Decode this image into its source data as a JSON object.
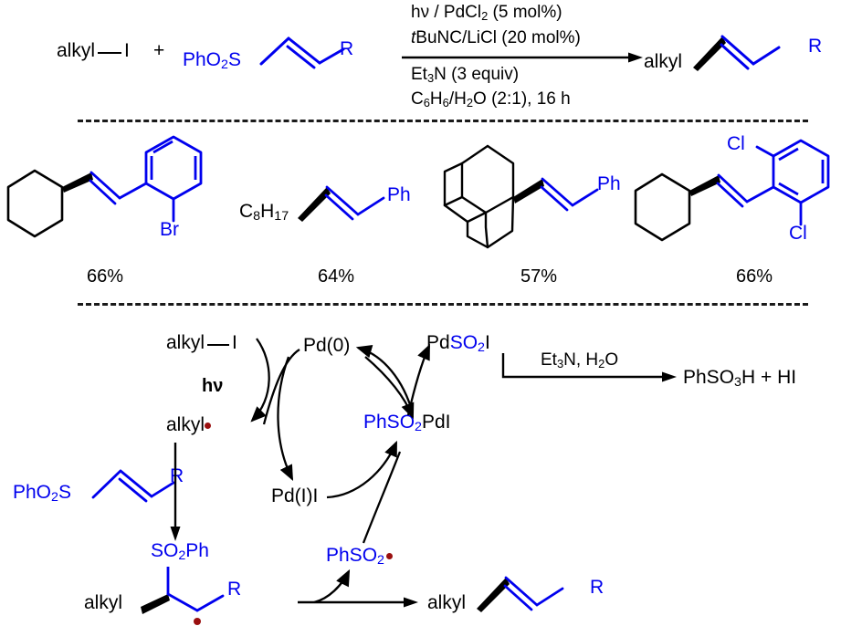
{
  "scheme": {
    "title": "Photochemical Pd-catalyzed alkenylation of alkyl iodides with vinyl sulfones",
    "colors": {
      "blue": "#0000ee",
      "black": "#000000",
      "radical_red": "#9a0f0f",
      "background": "#ffffff"
    }
  },
  "reaction": {
    "substrate_1": "alkyl",
    "substrate_1_halide": "I",
    "plus": "+",
    "substrate_2_label": "PhO",
    "substrate_2_sub": "2",
    "substrate_2_tail": "S",
    "substrate_2_r": "R",
    "conditions_above": [
      "hν / PdCl2 (5 mol%)",
      "tBuNC/LiCl (20 mol%)"
    ],
    "conditions_below": [
      "Et3N (3 equiv)",
      "C6H6/H2O (2:1), 16 h"
    ],
    "cond_1": {
      "pre": "hν / PdCl",
      "sub": "2",
      "post": " (5 mol%)"
    },
    "cond_2": {
      "italic": "t",
      "pre": "BuNC/LiCl (20 mol%)",
      "sub": "",
      "post": ""
    },
    "cond_3": {
      "pre": "Et",
      "sub": "3",
      "post": "N (3 equiv)"
    },
    "cond_4a": {
      "pre": "C",
      "sub": "6",
      "mid": "H",
      "sub2": "6",
      "post": "/H"
    },
    "cond_4b": {
      "sub": "2",
      "post": "O (2:1), 16 h"
    },
    "product_alkyl": "alkyl",
    "product_r": "R"
  },
  "scope": {
    "entries": [
      {
        "name": "cyclohexyl-2-bromostyrene",
        "yield": "66%",
        "substituent": "Br",
        "aryl": "2-bromophenyl",
        "alkyl": "cyclohexyl"
      },
      {
        "name": "octyl-styrene",
        "yield": "64%",
        "chain_pre": "C",
        "chain_sub1": "8",
        "chain_mid": "H",
        "chain_sub2": "17",
        "aryl_label": "Ph"
      },
      {
        "name": "adamantyl-styrene",
        "yield": "57%",
        "aryl_label": "Ph",
        "alkyl": "1-adamantyl"
      },
      {
        "name": "cyclohexyl-2,6-dichlorostyrene",
        "yield": "66%",
        "substituent_top": "Cl",
        "substituent_bottom": "Cl",
        "alkyl": "cyclohexyl"
      }
    ]
  },
  "mechanism": {
    "alkyl_iodide": "alkyl",
    "alkyl_iodide_halide": "I",
    "hv_label": "hν",
    "alkyl_radical": "alkyl",
    "pd0": "Pd(0)",
    "pd1i": "Pd(I)I",
    "pd_so2i": {
      "pre": "Pd",
      "blue_pre": "SO",
      "blue_sub": "2",
      "blue_post": "I"
    },
    "phso2pdi": {
      "blue_pre": "PhSO",
      "blue_sub": "2",
      "black_post": "PdI"
    },
    "hydrolysis_conditions": {
      "pre": "Et",
      "sub": "3",
      "post": "N, H",
      "sub2": "2",
      "post2": "O"
    },
    "hydrolysis_products": {
      "pre": "PhSO",
      "sub": "3",
      "post": "H + HI"
    },
    "vinyl_sulfone": {
      "pre": "PhO",
      "sub": "2",
      "post": "S",
      "r": "R"
    },
    "intermediate_sulfone": {
      "pre": "SO",
      "sub": "2",
      "post": "Ph"
    },
    "intermediate_alkyl": "alkyl",
    "intermediate_r": "R",
    "phso2_radical": {
      "pre": "PhSO",
      "sub": "2"
    },
    "final_alkyl": "alkyl",
    "final_r": "R"
  }
}
